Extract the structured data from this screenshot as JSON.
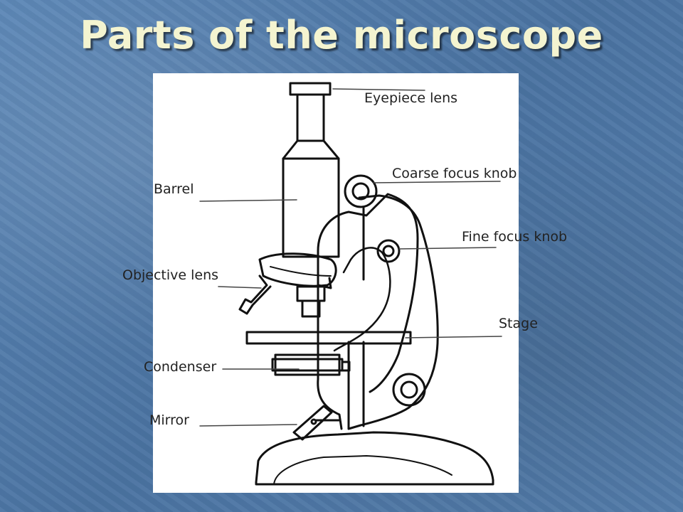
{
  "slide": {
    "title": "Parts of the microscope"
  },
  "diagram": {
    "labels": {
      "eyepiece": "Eyepiece lens",
      "coarse_focus": "Coarse focus knob",
      "barrel": "Barrel",
      "fine_focus": "Fine focus knob",
      "objective": "Objective lens",
      "stage": "Stage",
      "condenser": "Condenser",
      "mirror": "Mirror"
    }
  },
  "colors": {
    "background": "#4f79a8",
    "title": "#f4f4d0",
    "panel": "#ffffff",
    "ink": "#222222"
  }
}
